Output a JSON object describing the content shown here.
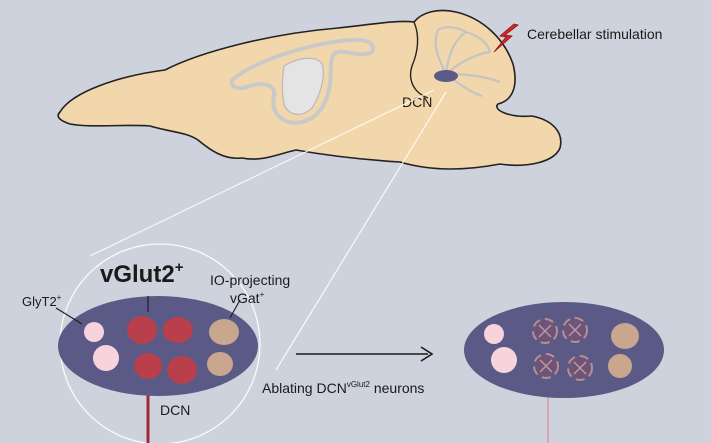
{
  "brain": {
    "stimulation_label": "Cerebellar stimulation",
    "dcn_label": "DCN"
  },
  "before": {
    "vglut2_base": "vGlut2",
    "vglut2_sup": "+",
    "glyt2_base": "GlyT2",
    "glyt2_sup": "+",
    "io_line1": "IO-projecting",
    "io_line2_base": "vGat",
    "io_line2_sup": "+",
    "dcn_label": "DCN"
  },
  "arrow": {
    "label_pre": "Ablating DCN",
    "label_sup": "vGlut2",
    "label_post": " neurons"
  },
  "colors": {
    "background": "#ced2dd",
    "brain_fill": "#f2d6ac",
    "nucleus_fill": "#5b5a86",
    "vglut2_cell": "#b83f4b",
    "glyt2_cell": "#f7d3db",
    "vgat_cell": "#c9a78e",
    "stimulation_bolt": "#d7282e",
    "axon": "#9e2b35"
  },
  "icons": [
    "lightning-bolt-icon",
    "cross-mark-icon"
  ]
}
